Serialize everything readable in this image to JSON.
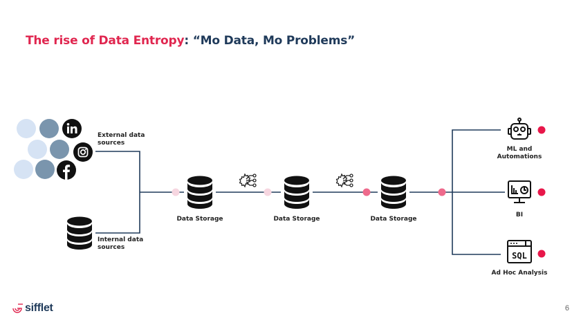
{
  "slide": {
    "title_part1": "The rise of Data Entropy",
    "title_sep": ": ",
    "title_part2": "“Mo Data, Mo Problems”",
    "page_number": "6"
  },
  "sources": {
    "external_label": "External data sources",
    "external_line1": "External data",
    "external_line2": "sources",
    "internal_line1": "Internal data",
    "internal_line2": "sources",
    "social_icons": [
      "linkedin-icon",
      "instagram-icon",
      "facebook-icon"
    ]
  },
  "pipeline": {
    "storages": [
      "Data Storage",
      "Data Storage",
      "Data Storage"
    ],
    "transform_icon": "gear-network-icon"
  },
  "consumers": [
    {
      "line1": "ML and",
      "line2": "Automations",
      "icon": "robot-icon"
    },
    {
      "line1": "BI",
      "line2": "",
      "icon": "dashboard-monitor-icon"
    },
    {
      "line1": "Ad Hoc Analysis",
      "line2": "",
      "icon": "sql-window-icon"
    }
  ],
  "brand": {
    "name": "sifflet"
  },
  "colors": {
    "accent": "#e0264f",
    "navy": "#1f3a5a",
    "dot_faint": "#f6d6e0",
    "dot_mid": "#ee6a8c",
    "dot_strong": "#e8174a",
    "circle_light": "#d6e3f4",
    "circle_dark": "#7a95ad"
  }
}
